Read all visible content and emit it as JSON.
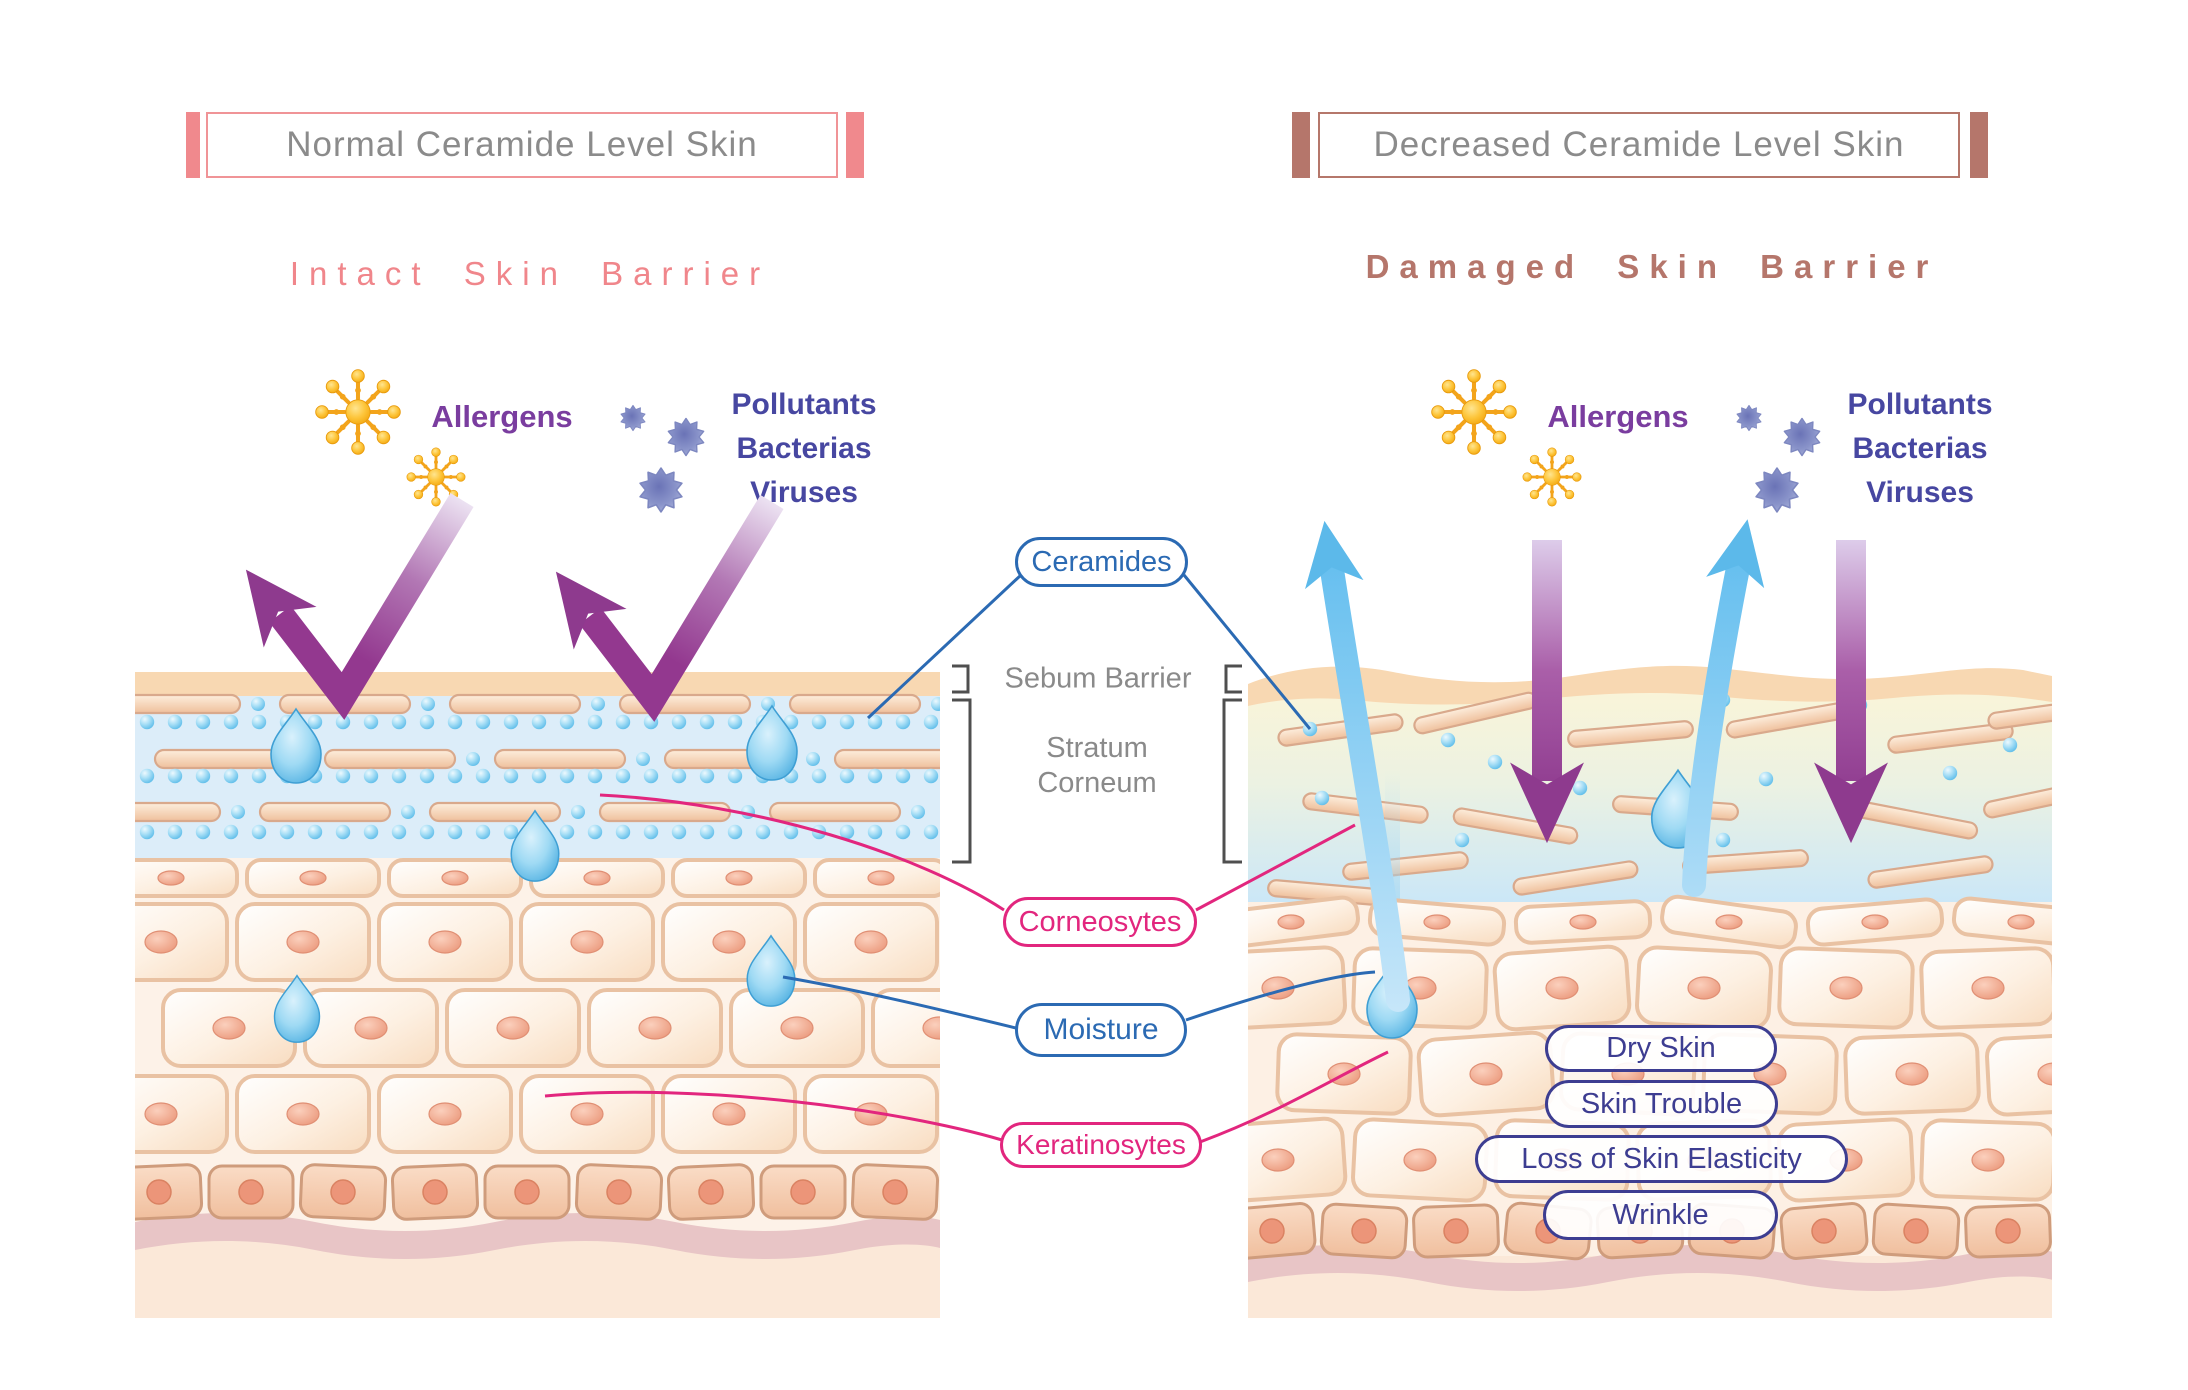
{
  "left_panel": {
    "title": "Normal Ceramide Level Skin",
    "subtitle": "Intact Skin Barrier",
    "allergens_label": "Allergens",
    "pollutants_lines": [
      "Pollutants",
      "Bacterias",
      "Viruses"
    ]
  },
  "right_panel": {
    "title": "Decreased Ceramide Level Skin",
    "subtitle": "Damaged Skin Barrier",
    "allergens_label": "Allergens",
    "pollutants_lines": [
      "Pollutants",
      "Bacterias",
      "Viruses"
    ],
    "effects": [
      "Dry Skin",
      "Skin Trouble",
      "Loss of Skin Elasticity",
      "Wrinkle"
    ]
  },
  "center_labels": {
    "ceramides": "Ceramides",
    "sebum_barrier": "Sebum Barrier",
    "stratum_corneum_lines": [
      "Stratum",
      "Corneum"
    ],
    "corneosytes": "Corneosytes",
    "moisture": "Moisture",
    "keratinosytes": "Keratinosytes"
  },
  "icons": {
    "allergen": "allergen-starburst-icon",
    "pollutant": "virus-particle-icon",
    "moisture": "water-droplet-icon"
  },
  "colors": {
    "left_accent": "#f0898d",
    "right_accent": "#b5766b",
    "title_text": "#8b8b8b",
    "intact_subtitle": "#f0868b",
    "damaged_subtitle": "#b5766b",
    "allergens_text": "#7a3d9f",
    "pollutants_text": "#4747a1",
    "ceramide_blue": "#2b6ab3",
    "cell_label_pink": "#e2267e",
    "effects_navy": "#3d3d91",
    "deflect_arrow_purple": "#93388f",
    "moisture_arrow_blue": "#66bfef",
    "stratum_corneum_fill": "#dcedf9",
    "sebum_fill": "#f8d8b2"
  }
}
